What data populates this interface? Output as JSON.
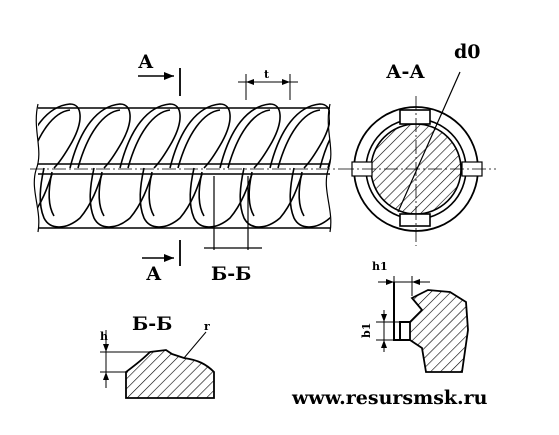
{
  "labels": {
    "section_a_top": "А",
    "section_a_bottom": "А",
    "section_bb_mark": "Б-Б",
    "pitch_t": "t",
    "section_aa_title": "А-А",
    "diameter_d0": "d0",
    "section_bb_title": "Б-Б",
    "height_h": "h",
    "radius_r": "r",
    "h1": "h1",
    "b1": "b1"
  },
  "website": "www.resursmsk.ru",
  "colors": {
    "line": "#000000",
    "background": "#ffffff",
    "watermark": "#e8e8e8"
  }
}
